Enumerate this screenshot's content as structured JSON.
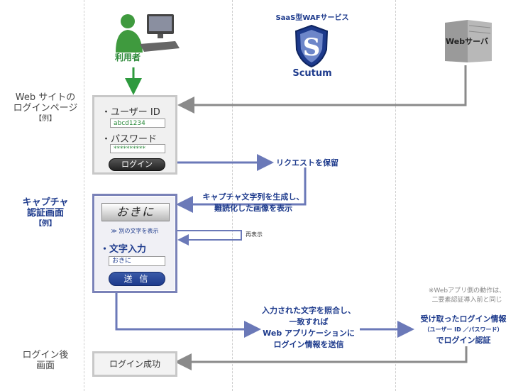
{
  "lanes": {
    "user_label": "利用者",
    "waf_label": "SaaS型WAFサービス",
    "waf_brand": "Scutum",
    "server_label": "Webサーバ"
  },
  "left_labels": {
    "login_page": [
      "Web サイトの",
      "ログインページ",
      "【例】"
    ],
    "captcha_page": [
      "キャプチャ",
      "認証画面",
      "【例】"
    ],
    "after_login": [
      "ログイン後",
      "画面"
    ]
  },
  "login_form": {
    "user_id_label": "・ユーザー ID",
    "user_id_value": "abcd1234",
    "password_label": "・パスワード",
    "password_value": "**********",
    "login_button": "ログイン"
  },
  "captcha_form": {
    "captcha_text": "おきに",
    "other_text_link": "≫ 別の文字を表示",
    "input_label": "・文字入力",
    "input_value": "おきに",
    "send_button": "送 信"
  },
  "messages": {
    "hold_request": "リクエストを保留",
    "generate_captcha": [
      "キャプチャ文字列を生成し、",
      "難読化した画像を表示"
    ],
    "redisplay": "再表示",
    "verify_send": [
      "入力された文字を照合し、",
      "一致すれば",
      "Web アプリケーションに",
      "ログイン情報を送信"
    ],
    "server_note": [
      "※Webアプリ側の動作は、",
      "二要素認証導入前と同じ"
    ],
    "server_receive": [
      "受け取ったログイン情報",
      "（ユーザー ID ／パスワード）",
      "でログイン認証"
    ],
    "login_success": "ログイン成功"
  },
  "colors": {
    "arrow_gray": "#8a8a8a",
    "arrow_blue": "#6b79b8",
    "arrow_green": "#2e9a3e",
    "accent_blue": "#1d3a8c"
  }
}
